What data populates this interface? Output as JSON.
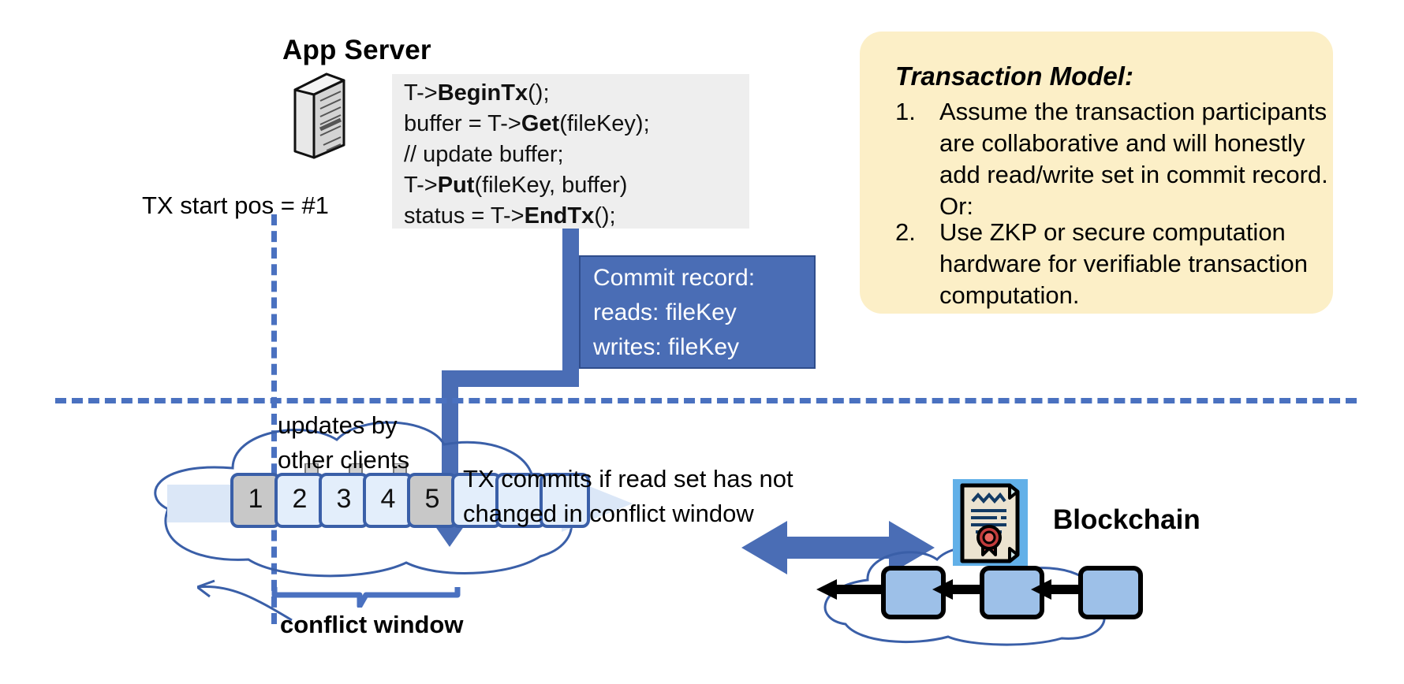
{
  "app_server": {
    "title": "App Server",
    "icon": "server-tower-icon",
    "code_lines": [
      {
        "pre": "T->",
        "bold": "BeginTx",
        "post": "();"
      },
      {
        "pre": "buffer = T->",
        "bold": "Get",
        "post": "(fileKey);"
      },
      {
        "pre": "// update buffer;",
        "bold": "",
        "post": ""
      },
      {
        "pre": "T->",
        "bold": "Put",
        "post": "(fileKey, buffer)"
      },
      {
        "pre": "status = T->",
        "bold": "EndTx",
        "post": "();"
      }
    ]
  },
  "commit_record": {
    "title": "Commit record:",
    "reads": "reads: fileKey",
    "writes": "writes: fileKey",
    "bg_color": "#4a6db5"
  },
  "transaction_model": {
    "title": "Transaction Model:",
    "bg_color": "#fcefc7",
    "items": [
      {
        "num": "1.",
        "text": "Assume the transaction participants are collaborative and will honestly add read/write set in commit record.  Or:"
      },
      {
        "num": "2.",
        "text": "Use ZKP or secure computation hardware for verifiable transaction computation."
      }
    ]
  },
  "log": {
    "tx_start_label": "TX start pos = #1",
    "updates_label": "updates by\nother clients",
    "updates_label_line1": "updates by",
    "updates_label_line2": "other clients",
    "commits_label_line1": "TX commits if read set has not",
    "commits_label_line2": "changed in conflict window",
    "conflict_window_label": "conflict window",
    "blocks": [
      {
        "label": "1",
        "filled": true
      },
      {
        "label": "2",
        "filled": false
      },
      {
        "label": "3",
        "filled": false
      },
      {
        "label": "4",
        "filled": false
      },
      {
        "label": "5",
        "filled": true
      },
      {
        "label": "",
        "filled": false
      },
      {
        "label": "",
        "filled": false
      },
      {
        "label": "",
        "filled": false
      }
    ],
    "accent_color": "#4a71c0",
    "block_border_color": "#3a5fa8"
  },
  "blockchain": {
    "label": "Blockchain",
    "icon": "certificate-icon",
    "block_count": 3,
    "block_color": "#9dc0e8"
  }
}
